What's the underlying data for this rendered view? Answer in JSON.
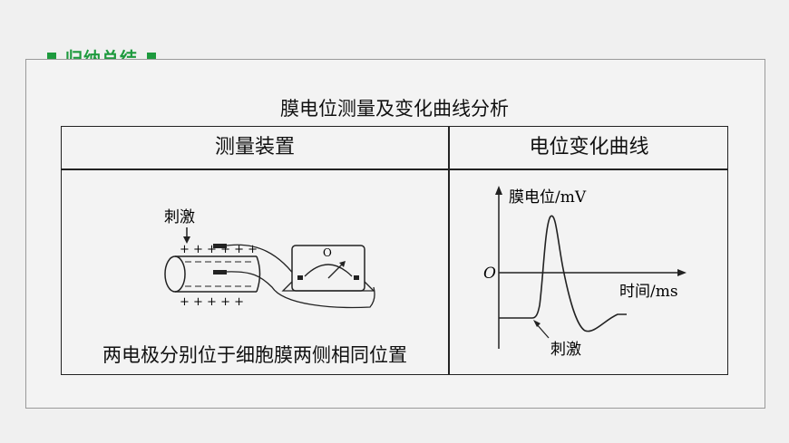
{
  "header": {
    "title": "归纳总结"
  },
  "table": {
    "caption": "膜电位测量及变化曲线分析",
    "headers": [
      "测量装置",
      "电位变化曲线"
    ],
    "apparatus": {
      "stimulus_label": "刺激",
      "top_charges": "+ + + + + +",
      "bottom_charges": "+ + + + +",
      "meter_label": "O",
      "description": "两电极分别位于细胞膜两侧相同位置"
    },
    "graph": {
      "y_label": "膜电位/mV",
      "x_label": "时间/ms",
      "origin_label": "O",
      "stimulus_label": "刺激"
    }
  },
  "colors": {
    "accent": "#1e9a3e",
    "line": "#222222"
  }
}
